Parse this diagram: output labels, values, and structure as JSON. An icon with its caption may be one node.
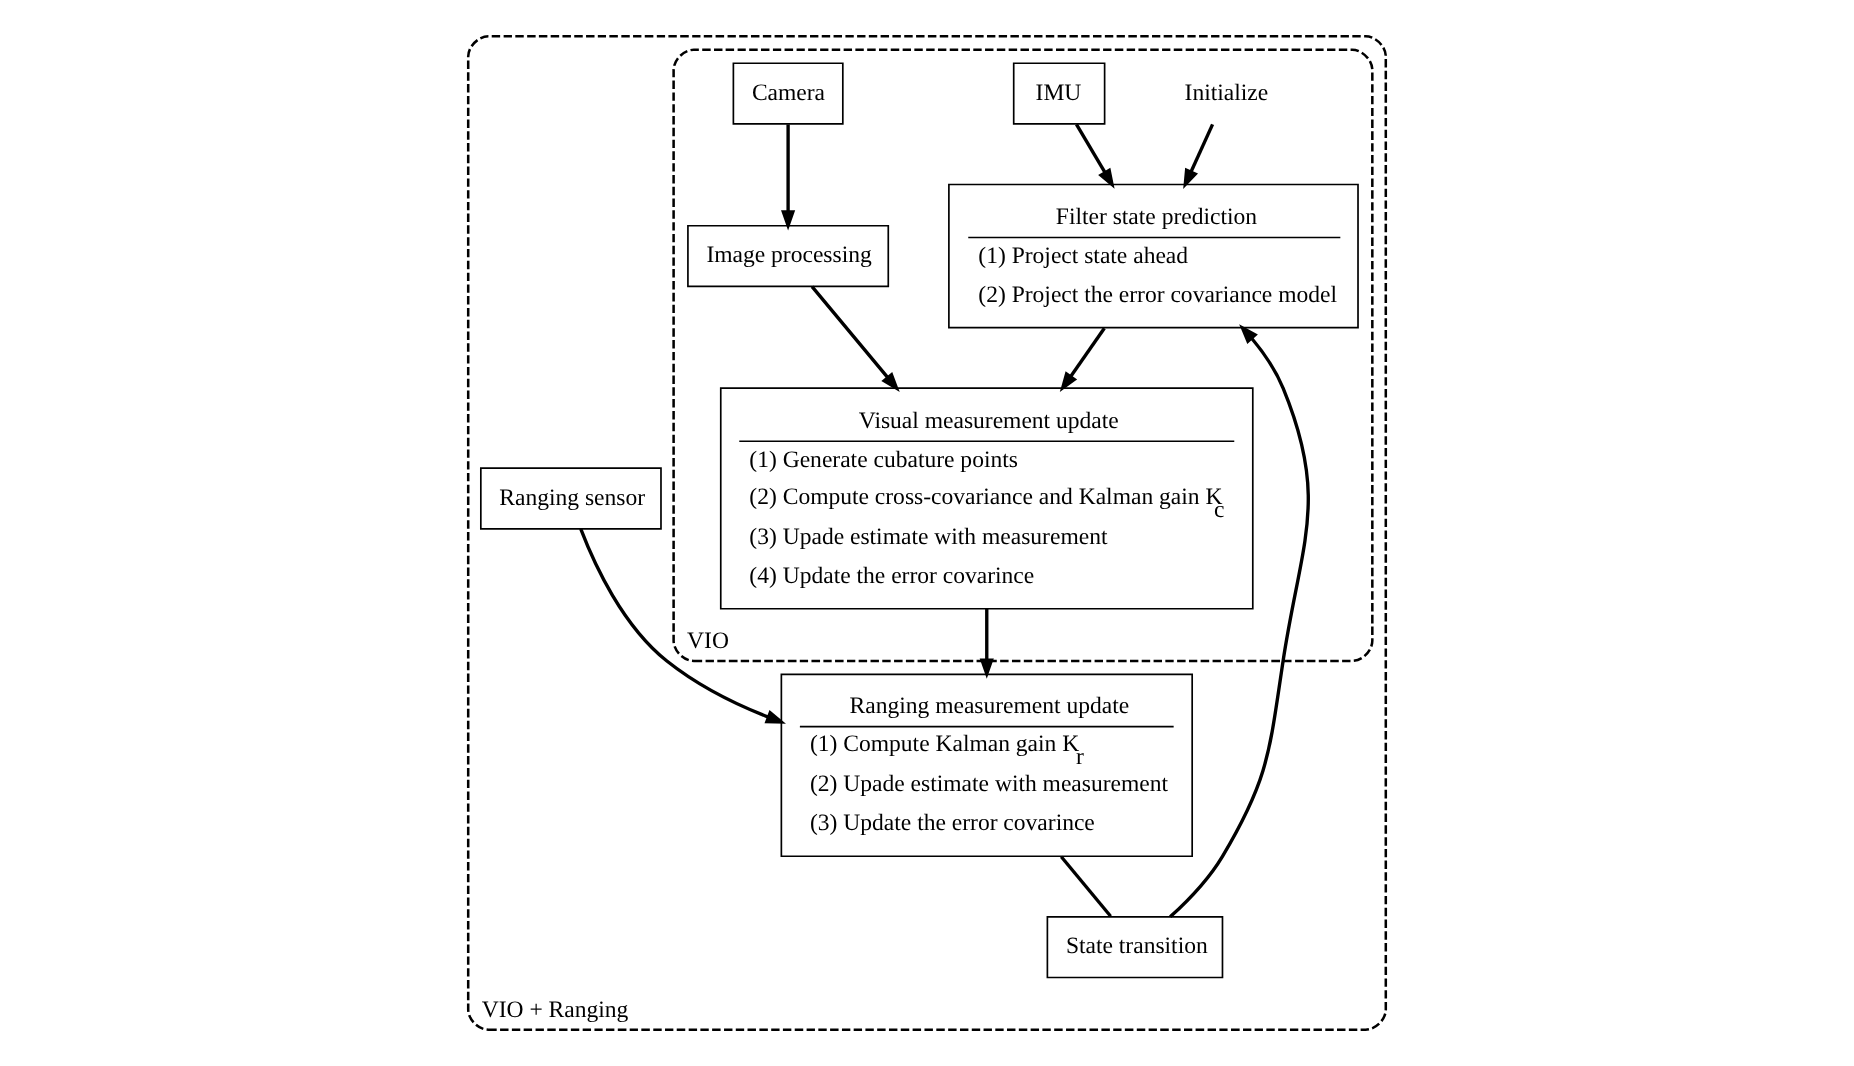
{
  "diagram": {
    "nodes": [
      {
        "text": [
          "VIO + Ranging"
        ]
      },
      {
        "text": [
          "VIO"
        ],
        "in": 0
      },
      {
        "text": [
          "Filter state prediction",
          "(1) Project state ahead",
          "(2) Project the error covariance model"
        ],
        "in": 1
      },
      {
        "text": [
          "Visual measurement update",
          "(1) Generate cubature points",
          "(2) Compute cross-covariance and Kalman gain K$_{c}$",
          "(3) Upade estimate with measurement",
          "(4) Update the error covarince"
        ],
        "in": 1
      },
      {
        "text": [
          "Initialize"
        ],
        "in": 1
      },
      {
        "text": [
          "IMU"
        ],
        "in": 1
      },
      {
        "text": [
          "Image processing"
        ],
        "in": 1
      },
      {
        "text": [
          "Camera"
        ],
        "in": 1
      },
      {
        "text": [
          "Ranging sensor"
        ],
        "in": 0
      },
      {
        "text": [
          "Ranging measurement update",
          "(1) Compute Kalman gain K$_{r}$",
          "(2) Upade estimate with measurement",
          "(3) Update the error covarince"
        ],
        "in": 0
      },
      {
        "text": [
          "State transition"
        ],
        "in": 0
      }
    ],
    "edges": [
      {
        "from": 2,
        "to": 3,
        "arrow": "to"
      },
      {
        "from": 4,
        "to": 2,
        "arrow": "to"
      },
      {
        "from": 5,
        "to": 2,
        "arrow": "to"
      },
      {
        "from": 6,
        "to": 3,
        "arrow": "to"
      },
      {
        "from": 7,
        "to": 6,
        "arrow": "to"
      },
      {
        "from": 3,
        "to": 9,
        "arrow": "to"
      },
      {
        "from": 8,
        "to": 9,
        "arrow": "to"
      },
      {
        "from": 9,
        "to": 10,
        "arrow": "none"
      },
      {
        "from": 10,
        "to": 2,
        "arrow": "to"
      }
    ]
  }
}
